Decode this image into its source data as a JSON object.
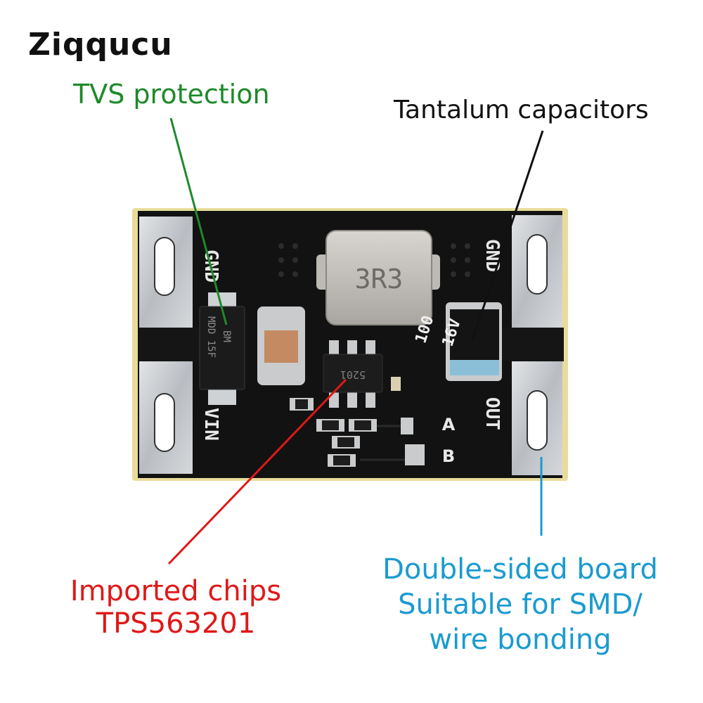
{
  "brand": {
    "name": "Ziqqucu"
  },
  "callouts": {
    "tvs": "TVS protection",
    "tantalum": "Tantalum capacitors",
    "chip_line1": "Imported chips",
    "chip_line2": "TPS563201",
    "board_line1": "Double-sided board",
    "board_line2": "Suitable for SMD/",
    "board_line3": "wire bonding"
  },
  "board_marks": {
    "gnd_left": "GND",
    "vin": "VIN",
    "gnd_right": "GND",
    "out": "OUT",
    "inductor": "3R3",
    "tvs_code1": "MDD 15F",
    "tvs_code2": "BM",
    "cap_code1": "100",
    "cap_code2": "16V",
    "chip_code": "5201",
    "pad_a": "A",
    "pad_b": "B"
  },
  "colors": {
    "tvs": "#1e8a2a",
    "tantalum": "#111111",
    "chip": "#e01818",
    "board": "#1a9bd0",
    "pcb": "#121212",
    "metal": "#c9ccd0"
  }
}
